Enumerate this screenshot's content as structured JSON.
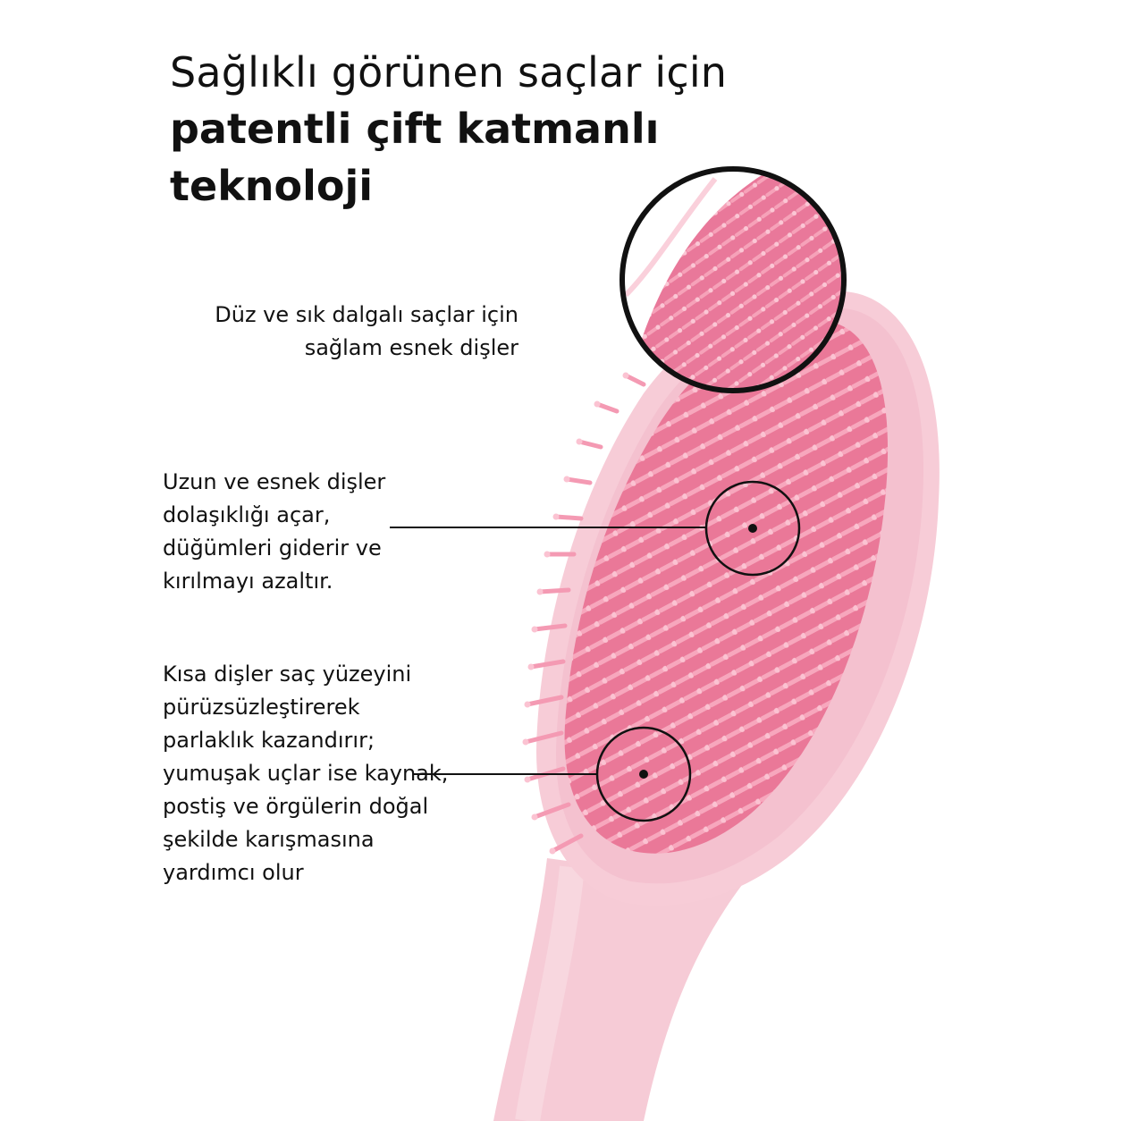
{
  "headline": {
    "line1": "Sağlıklı görünen saçlar için",
    "line2": "patentli çift katmanlı teknoloji"
  },
  "callouts": [
    {
      "text": "Düz ve sık dalgalı saçlar için sağlam esnek dişler"
    },
    {
      "text": "Uzun ve esnek dişler dolaşıklığı açar, düğümleri giderir ve kırılmayı azaltır."
    },
    {
      "text": "Kısa dişler saç yüzeyini pürüzsüzleştirerek parlaklık kazandırır; yumuşak uçlar ise kaynak, postiş ve örgülerin doğal şekilde karışmasına yardımcı olur"
    }
  ],
  "colors": {
    "brush_body": "#f7cdd8",
    "brush_edge": "#efb8c7",
    "bristle_pad": "#ec7c9c",
    "bristle": "#f49ab3",
    "outline": "#111111"
  },
  "icons": [
    "hairbrush-image",
    "magnifier-circle",
    "callout-circle"
  ]
}
